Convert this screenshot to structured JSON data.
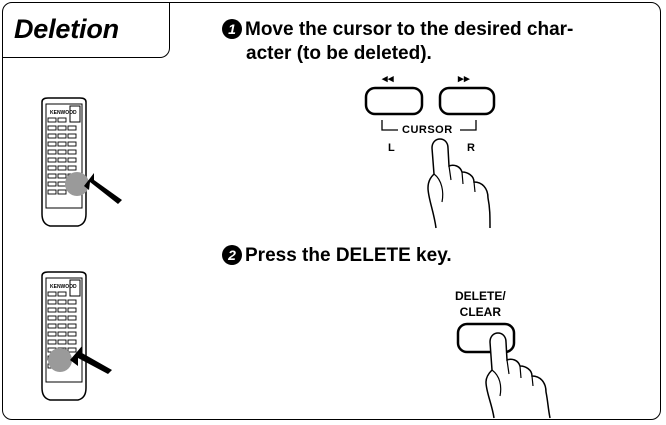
{
  "section": {
    "title": "Deletion"
  },
  "steps": [
    {
      "number": "1",
      "text_line1": "Move the cursor to the desired char-",
      "text_line2": "acter (to be deleted)."
    },
    {
      "number": "2",
      "text": "Press the DELETE key."
    }
  ],
  "remote": {
    "brand": "KENWOOD"
  },
  "cursor_keys": {
    "rewind_symbol": "◂◂",
    "forward_symbol": "▸▸",
    "group_label": "CURSOR",
    "left_label": "L",
    "right_label": "R"
  },
  "delete_key": {
    "label_line1": "DELETE/",
    "label_line2": "CLEAR"
  },
  "icons": [
    "remote-control-icon",
    "pointer-arrow-icon",
    "hand-press-icon"
  ]
}
